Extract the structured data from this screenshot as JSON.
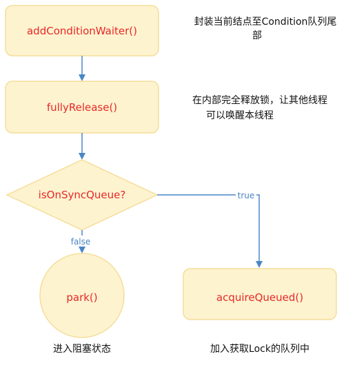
{
  "colors": {
    "node_fill": "#fdf3cf",
    "node_stroke": "#f5dd9b",
    "node_text": "#e8282a",
    "arrow": "#4a86c5",
    "note_text": "#111111"
  },
  "nodes": {
    "add_condition_waiter": "addConditionWaiter()",
    "fully_release": "fullyRelease()",
    "is_on_sync_queue": "isOnSyncQueue?",
    "park": "park()",
    "acquire_queued": "acquireQueued()"
  },
  "edges": {
    "true_label": "true",
    "false_label": "false"
  },
  "notes": {
    "add_condition_waiter_line1": "封装当前结点至Condition队列尾",
    "add_condition_waiter_line2": "部",
    "fully_release_line1": "在内部完全释放锁，让其他线程",
    "fully_release_line2": "可以唤醒本线程",
    "park_note": "进入阻塞状态",
    "acquire_queued_note": "加入获取Lock的队列中"
  }
}
